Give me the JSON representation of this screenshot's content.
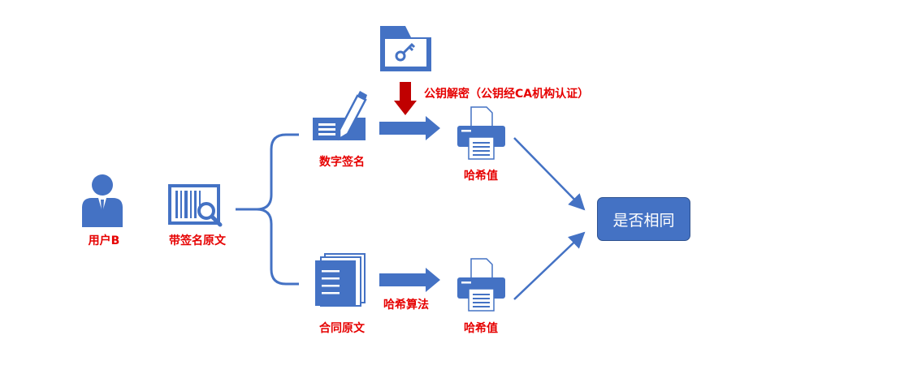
{
  "nodes": {
    "user_b": "用户B",
    "signed_original": "带签名原文",
    "digital_signature": "数字签名",
    "contract_original": "合同原文",
    "hash_value_top": "哈希值",
    "hash_value_bottom": "哈希值",
    "result": "是否相同"
  },
  "edges": {
    "decrypt": "公钥解密（公钥经CA机构认证）",
    "hash_algorithm": "哈希算法"
  },
  "colors": {
    "icon_blue": "#4472c4",
    "label_red": "#e60000",
    "arrow_red": "#c00000"
  }
}
